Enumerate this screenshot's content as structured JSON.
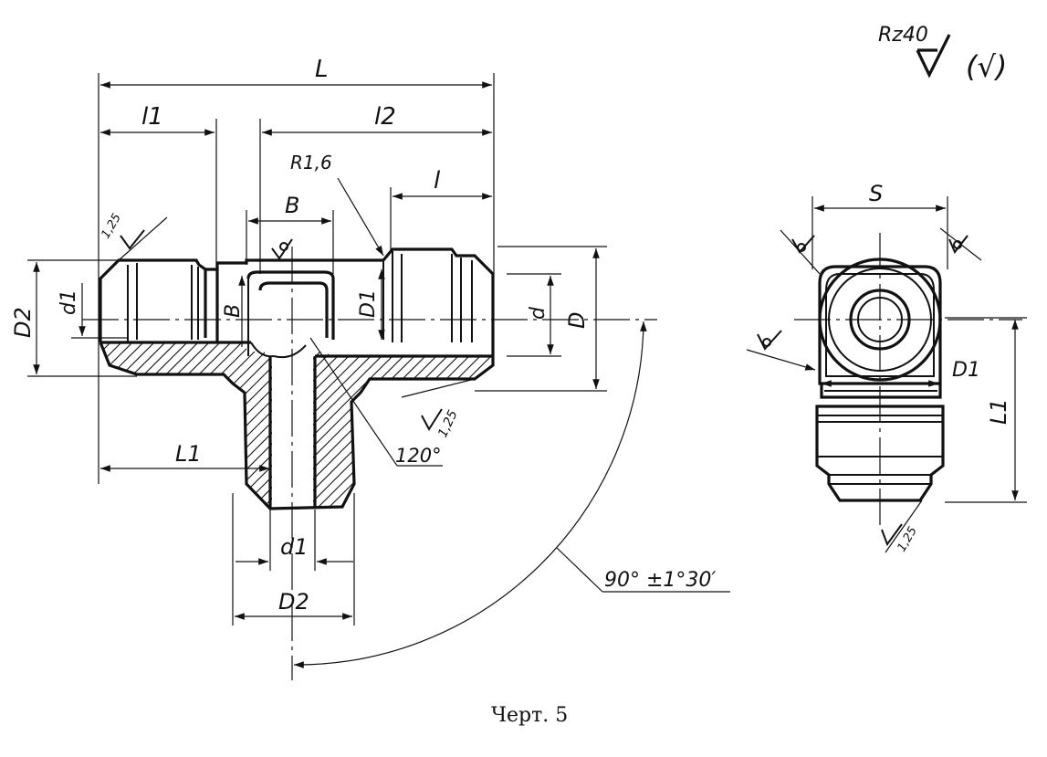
{
  "roughness": {
    "symbol": "Rz40",
    "bracket_symbol": "(√)",
    "surface_marks": [
      "1,25",
      "1,25",
      "1,25"
    ]
  },
  "front_view": {
    "dimensions": {
      "L": "L",
      "l1": "l1",
      "l2": "l2",
      "l": "l",
      "B_top": "B",
      "B_side": "B",
      "D2_left": "D2",
      "d1_left": "d1",
      "D1": "D1",
      "d": "d",
      "D": "D",
      "L1": "L1",
      "d1_bottom": "d1",
      "D2_bottom": "D2"
    },
    "callouts": {
      "radius": "R1,6",
      "angle_cone": "120°",
      "angle_branch": "90° ±1°30′"
    }
  },
  "side_view": {
    "dimensions": {
      "S": "S",
      "D1": "D1",
      "L1": "L1"
    }
  },
  "caption": "Черт. 5"
}
